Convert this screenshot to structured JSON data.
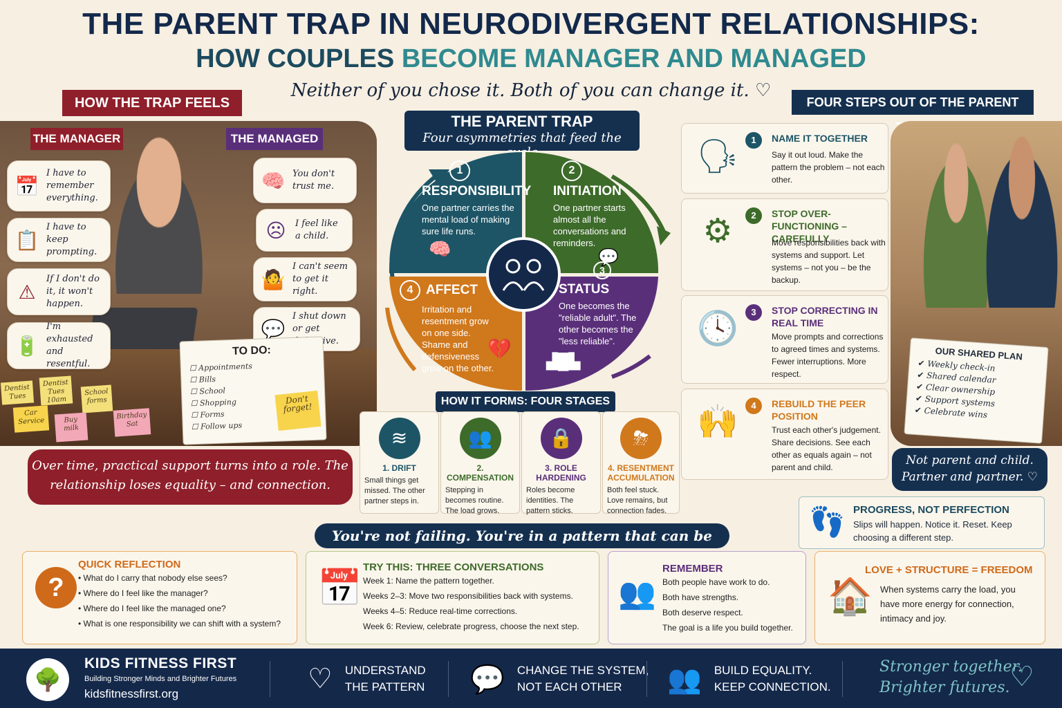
{
  "header": {
    "title": "THE PARENT TRAP IN NEURODIVERGENT RELATIONSHIPS:",
    "subtitle_pre": "HOW COUPLES ",
    "subtitle_accent": "BECOME MANAGER AND MANAGED",
    "tagline": "Neither of you chose it. Both of you can change it. ♡"
  },
  "left": {
    "banner": "HOW THE TRAP FEELS",
    "manager_label": "THE MANAGER",
    "managed_label": "THE MANAGED",
    "manager_quotes": [
      {
        "icon": "📅",
        "text": "I have to remember everything."
      },
      {
        "icon": "📋",
        "text": "I have to keep prompting."
      },
      {
        "icon": "⚠",
        "text": "If I don't do it, it won't happen."
      },
      {
        "icon": "🔋",
        "text": "I'm exhausted and resentful."
      }
    ],
    "managed_quotes": [
      {
        "icon": "🧠",
        "text": "You don't trust me."
      },
      {
        "icon": "☹",
        "text": "I feel like a child."
      },
      {
        "icon": "🤷",
        "text": "I can't seem to get it right."
      },
      {
        "icon": "💬",
        "text": "I shut down or get defensive."
      }
    ],
    "todo": {
      "title": "TO DO:",
      "items": [
        "Appointments",
        "Bills",
        "School",
        "Shopping",
        "Forms",
        "Follow ups"
      ]
    },
    "stickies": [
      {
        "text": "Dentist Tues 10am",
        "color": "#f4e07a"
      },
      {
        "text": "School forms",
        "color": "#f4e07a"
      },
      {
        "text": "Car Service",
        "color": "#f7d44c"
      },
      {
        "text": "Buy milk",
        "color": "#f3a8b8"
      },
      {
        "text": "Birthday Sat",
        "color": "#f3a8b8"
      },
      {
        "text": "Dentist Tues",
        "color": "#f4e07a"
      }
    ],
    "sticky_forget": "Don't forget!",
    "caption": "Over time, practical support turns into a role. The relationship loses equality – and connection."
  },
  "center": {
    "banner_title": "THE PARENT TRAP",
    "banner_sub": "Four asymmetries that feed the cycle",
    "quadrants": [
      {
        "num": "1",
        "title": "RESPONSIBILITY",
        "body": "One partner carries the mental load of making sure life runs.",
        "color": "#1d5566"
      },
      {
        "num": "2",
        "title": "INITIATION",
        "body": "One partner starts almost all the conversations and reminders.",
        "color": "#3d6b2a"
      },
      {
        "num": "4",
        "title": "AFFECT",
        "body": "Irritation and resentment grow on one side. Shame and defensiveness grow on the other.",
        "color": "#d0781c"
      },
      {
        "num": "3",
        "title": "STATUS",
        "body": "One becomes the \"reliable adult\". The other becomes the \"less reliable\".",
        "color": "#5a2f7a"
      }
    ],
    "stages_banner": "HOW IT FORMS: FOUR STAGES",
    "stages": [
      {
        "icon": "≋",
        "title": "1. DRIFT",
        "body": "Small things get missed. The other partner steps in.",
        "color": "#1d5566"
      },
      {
        "icon": "👥",
        "title": "2. COMPENSATION",
        "body": "Stepping in becomes routine. The load grows.",
        "color": "#3d6b2a"
      },
      {
        "icon": "🔒",
        "title": "3. ROLE HARDENING",
        "body": "Roles become identities. The pattern sticks.",
        "color": "#5a2f7a"
      },
      {
        "icon": "⛈",
        "title": "4. RESENTMENT ACCUMULATION",
        "body": "Both feel stuck. Love remains, but connection fades.",
        "color": "#d0781c"
      }
    ],
    "not_failing": "You're not failing. You're in a pattern that can be changed. ♡"
  },
  "right": {
    "banner": "FOUR STEPS OUT OF THE PARENT TRAP",
    "steps": [
      {
        "num": "1",
        "icon": "🗣",
        "title": "NAME IT TOGETHER",
        "body": "Say it out loud. Make the pattern the problem – not each other.",
        "color": "#1d5566"
      },
      {
        "num": "2",
        "icon": "⚙",
        "title": "STOP OVER-FUNCTIONING – CAREFULLY",
        "body": "Move responsibilities back with systems and support. Let systems – not you – be the backup.",
        "color": "#3d6b2a"
      },
      {
        "num": "3",
        "icon": "🕓",
        "title": "STOP CORRECTING IN REAL TIME",
        "body": "Move prompts and corrections to agreed times and systems. Fewer interruptions. More respect.",
        "color": "#5a2f7a"
      },
      {
        "num": "4",
        "icon": "🙌",
        "title": "REBUILD THE PEER POSITION",
        "body": "Trust each other's judgement. Share decisions. See each other as equals again – not parent and child.",
        "color": "#d0781c"
      }
    ],
    "shared_plan": {
      "title": "OUR SHARED PLAN",
      "items": [
        "Weekly check-in",
        "Shared calendar",
        "Clear ownership",
        "Support systems",
        "Celebrate wins"
      ]
    },
    "caption": "Not parent and child. Partner and partner. ♡",
    "progress": {
      "title": "PROGRESS, NOT PERFECTION",
      "body": "Slips will happen. Notice it. Reset. Keep choosing a different step."
    }
  },
  "bottom": {
    "reflect": {
      "title": "QUICK REFLECTION",
      "items": [
        "What do I carry that nobody else sees?",
        "Where do I feel like the manager?",
        "Where do I feel like the managed one?",
        "What is one responsibility we can shift with a system?"
      ]
    },
    "tryit": {
      "title": "TRY THIS: THREE CONVERSATIONS",
      "items": [
        "Week 1: Name the pattern together.",
        "Weeks 2–3: Move two responsibilities back with systems.",
        "Weeks 4–5: Reduce real-time corrections.",
        "Week 6: Review, celebrate progress, choose the next step."
      ]
    },
    "remember": {
      "title": "REMEMBER",
      "items": [
        "Both people have work to do.",
        "Both have strengths.",
        "Both deserve respect.",
        "The goal is a life you build together."
      ]
    },
    "love": {
      "title": "LOVE + STRUCTURE = FREEDOM",
      "body": "When systems carry the load, you have more energy for connection, intimacy and joy."
    }
  },
  "footer": {
    "org_name": "KIDS FITNESS FIRST",
    "org_tagline": "Building Stronger Minds and Brighter Futures",
    "url": "kidsfitnessfirst.org",
    "pillars": [
      {
        "icon": "♡",
        "line1": "UNDERSTAND",
        "line2": "THE PATTERN"
      },
      {
        "icon": "💬",
        "line1": "CHANGE THE SYSTEM,",
        "line2": "NOT EACH OTHER"
      },
      {
        "icon": "👥",
        "line1": "BUILD EQUALITY.",
        "line2": "KEEP CONNECTION."
      }
    ],
    "slogan_line1": "Stronger together.",
    "slogan_line2": "Brighter futures."
  }
}
